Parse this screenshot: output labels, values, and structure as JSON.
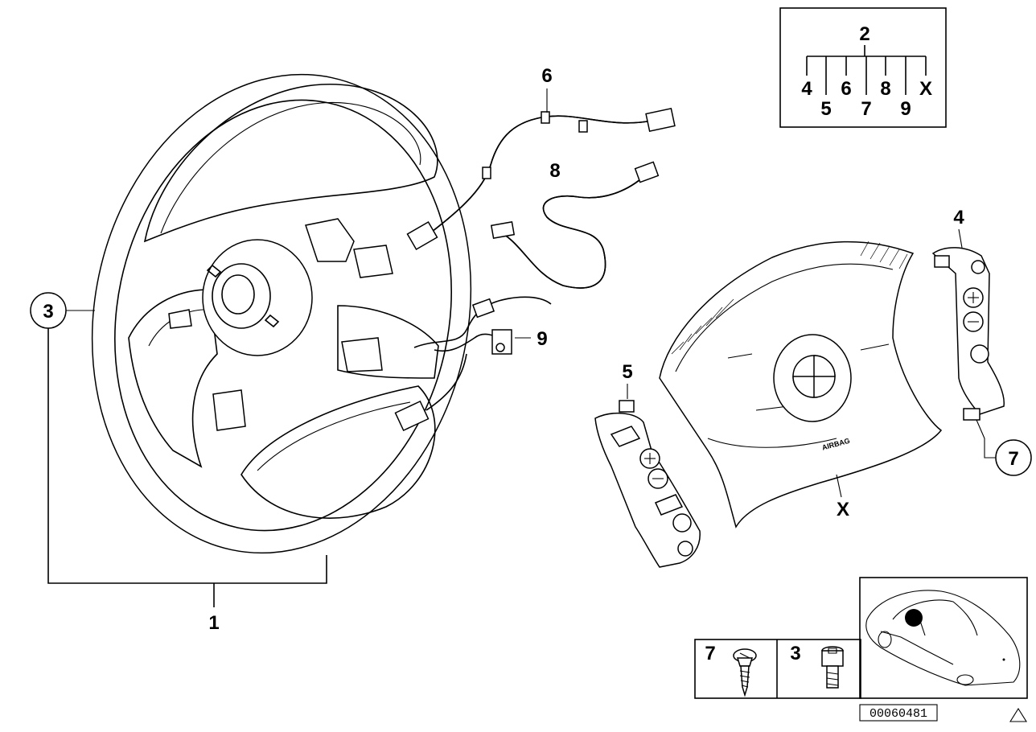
{
  "callouts": {
    "wheel": "1",
    "bolt": "3",
    "harness_a": "6",
    "harness_b": "8",
    "harness_c": "9",
    "switch_right": "4",
    "switch_left": "5",
    "screw": "7",
    "airbag": "X"
  },
  "legend_box": {
    "top": "2",
    "row1": [
      "4",
      "6",
      "8",
      "X"
    ],
    "row2": [
      "5",
      "7",
      "9"
    ]
  },
  "fastener_table": {
    "screw_label": "7",
    "bolt_label": "3"
  },
  "airbag_text": "AIRBAG",
  "diagram_code": "00060481"
}
